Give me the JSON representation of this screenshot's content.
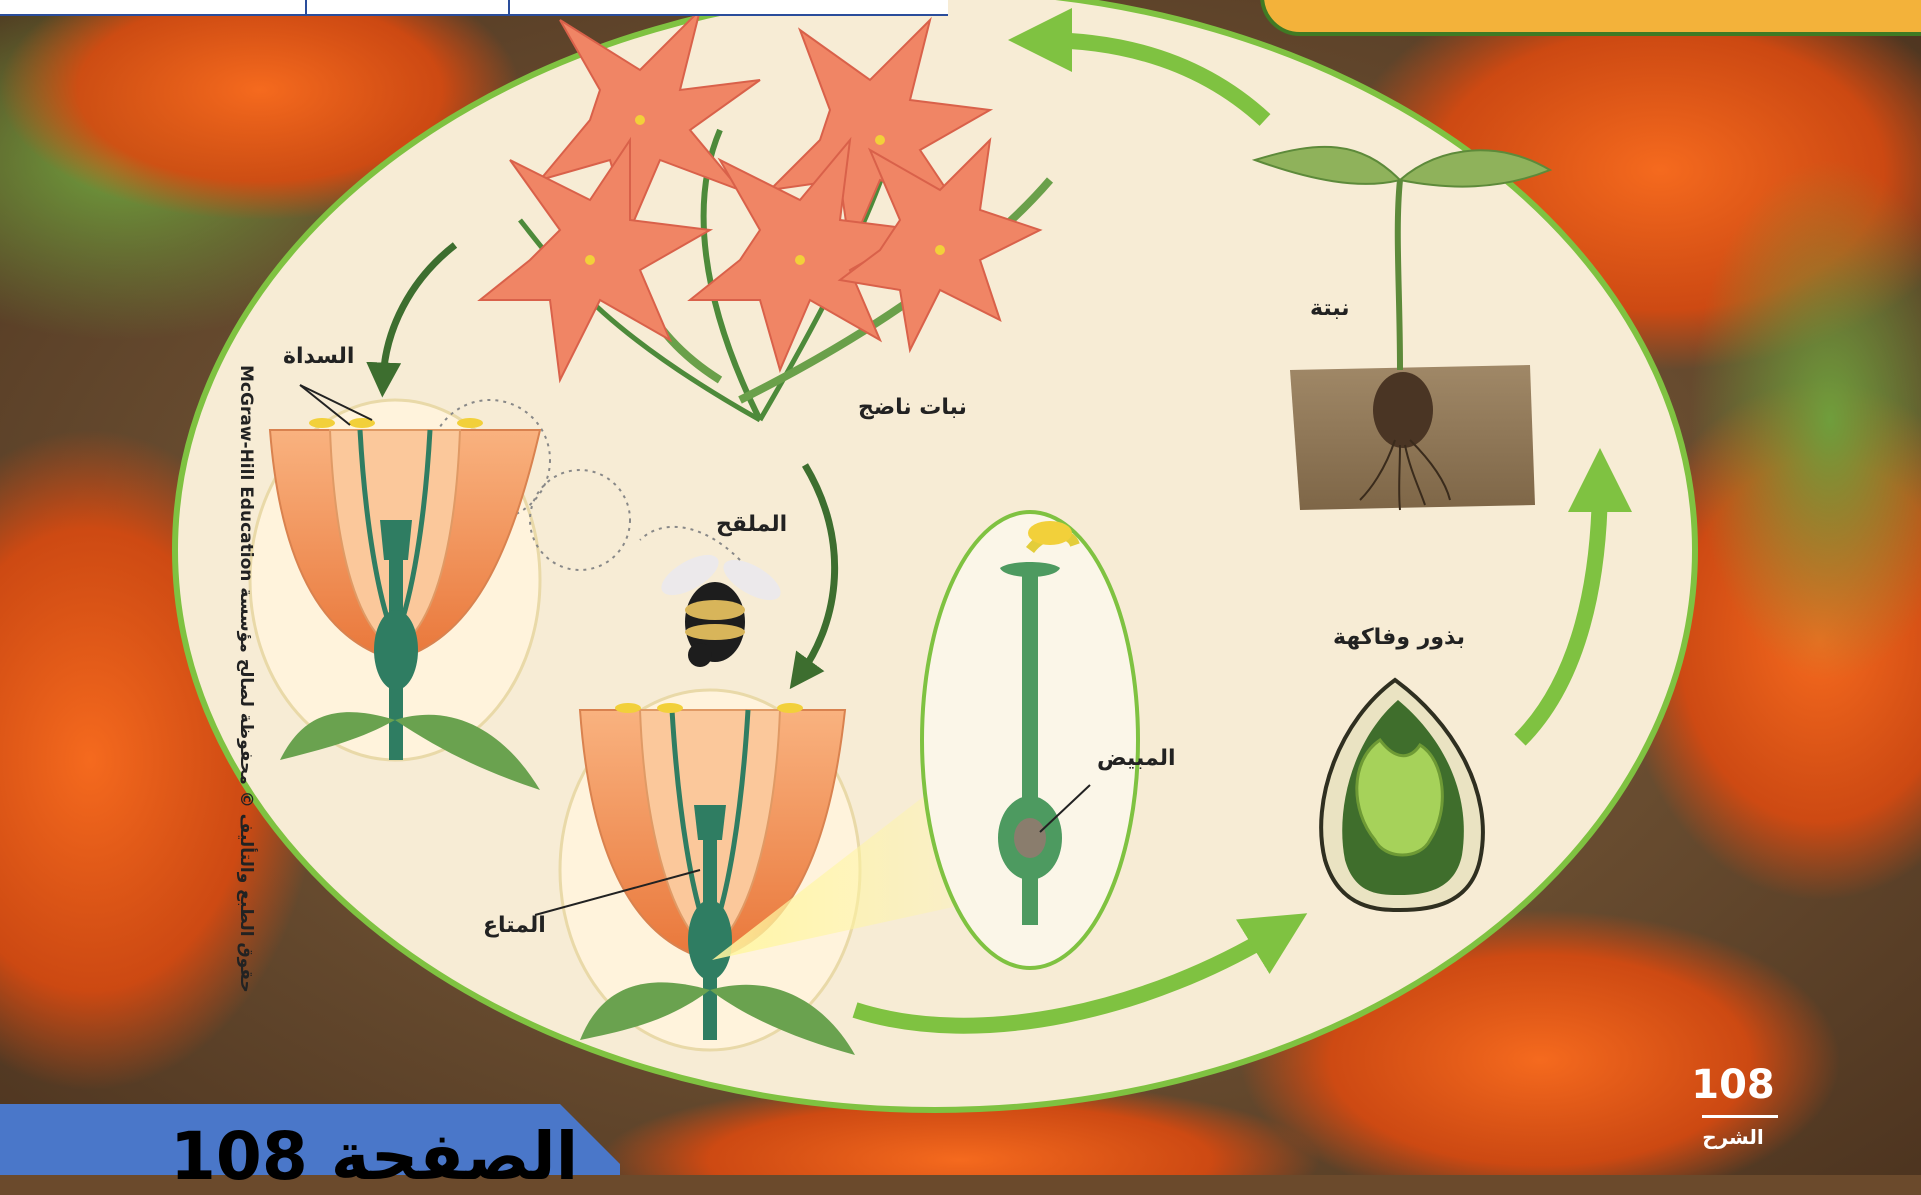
{
  "diagram": {
    "labels": {
      "sepal": "السداة",
      "mature_plant": "نبات ناضج",
      "pollinator": "الملقح",
      "ovary": "المبيض",
      "anther": "المتاع",
      "seeds_fruit": "بذور وفاكهة",
      "seedling": "نبتة"
    },
    "copyright": "حقوق الطبع والتأليف © محفوظة لصالح مؤسسة McGraw-Hill Education"
  },
  "page": {
    "number": "108",
    "section": "الشرح"
  },
  "banner": {
    "text": "الصفحة 108"
  },
  "colors": {
    "background": "#6b4a2c",
    "oval": "#f7ecd5",
    "arrow_light": "#7fc241",
    "arrow_dark": "#3d6e2f",
    "petal": "#f0955a",
    "stem": "#2f7d62",
    "banner": "#4a77c9"
  }
}
